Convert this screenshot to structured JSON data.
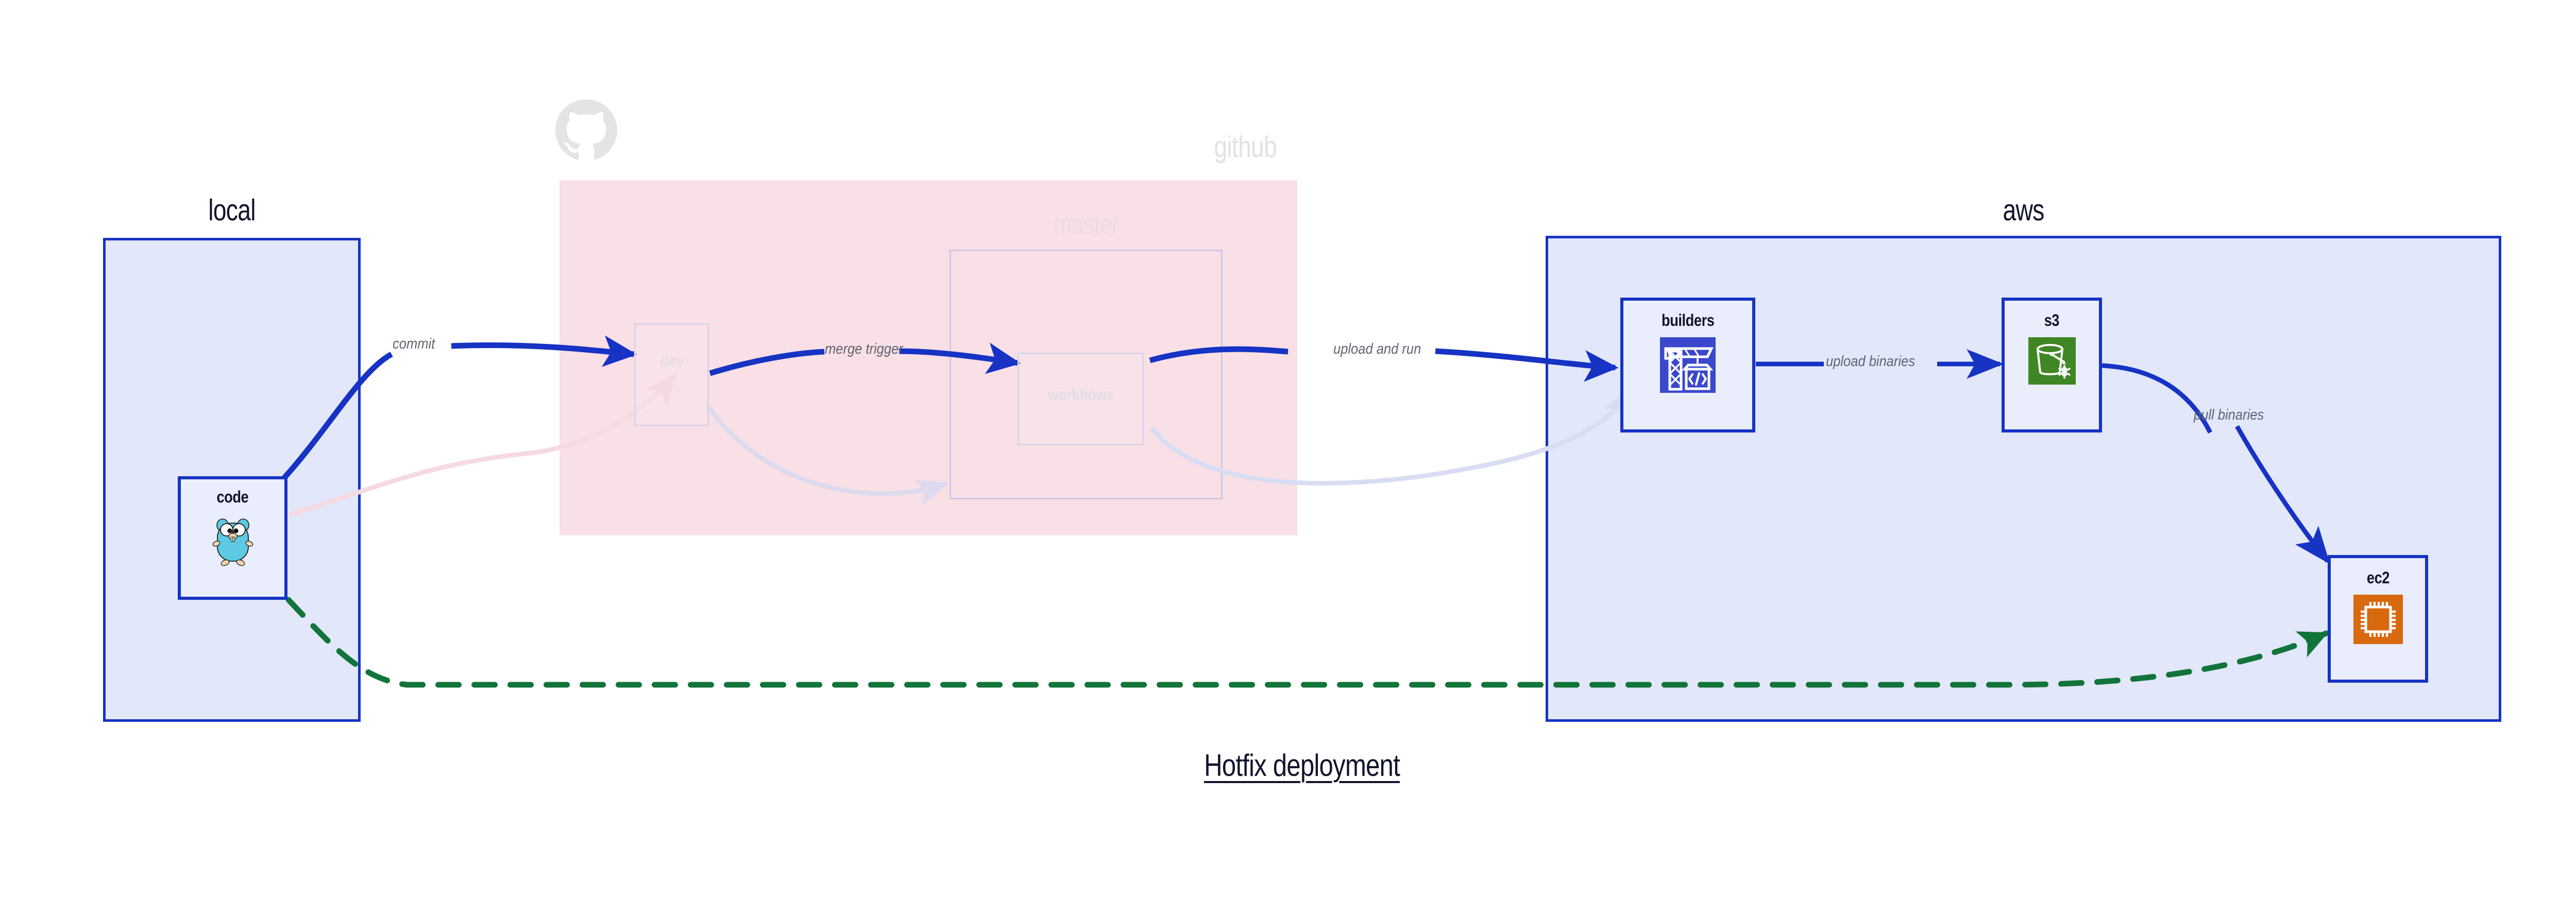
{
  "caption": {
    "text": "Hotfix deployment"
  },
  "groups": [
    {
      "id": "local",
      "title": "local",
      "title_align": "center"
    },
    {
      "id": "github",
      "title": "github",
      "title_align": "right"
    },
    {
      "id": "master",
      "title": "master",
      "title_align": "center"
    },
    {
      "id": "aws",
      "title": "aws",
      "title_align": "center"
    }
  ],
  "nodes": [
    {
      "id": "code",
      "label": "code",
      "icon": "go-gopher-icon",
      "group": "local"
    },
    {
      "id": "dev",
      "label": "dev",
      "icon": "none",
      "group": "github"
    },
    {
      "id": "workflows",
      "label": "workflows",
      "icon": "none",
      "group": "master"
    },
    {
      "id": "builders",
      "label": "builders",
      "icon": "aws-codebuild-icon",
      "group": "aws"
    },
    {
      "id": "s3",
      "label": "s3",
      "icon": "aws-s3-bucket-icon",
      "group": "aws"
    },
    {
      "id": "ec2",
      "label": "ec2",
      "icon": "aws-ec2-chip-icon",
      "group": "aws"
    }
  ],
  "edges": [
    {
      "id": "commit",
      "label": "commit",
      "from": "code",
      "to": "dev",
      "style": "solid",
      "color": "#1633c4",
      "highlight": true
    },
    {
      "id": "merge-trigger",
      "label": "merge trigger",
      "from": "dev",
      "to": "workflows",
      "style": "solid",
      "color": "#1633c4",
      "highlight": true
    },
    {
      "id": "upload-and-run",
      "label": "upload and run",
      "from": "workflows",
      "to": "builders",
      "style": "solid",
      "color": "#1633c4",
      "highlight": true
    },
    {
      "id": "upload-binaries",
      "label": "upload binaries",
      "from": "builders",
      "to": "s3",
      "style": "solid",
      "color": "#1633c4",
      "highlight": true
    },
    {
      "id": "pull-binaries",
      "label": "pull binaries",
      "from": "s3",
      "to": "ec2",
      "style": "solid",
      "color": "#1633c4",
      "highlight": true
    },
    {
      "id": "hotfix-direct",
      "label": "",
      "from": "code",
      "to": "ec2",
      "style": "dashed",
      "color": "#12743a",
      "highlight": true
    },
    {
      "id": "ghost-code-dev",
      "label": "",
      "from": "code",
      "to": "dev",
      "style": "solid",
      "color": "#f6dde4",
      "highlight": false
    },
    {
      "id": "ghost-dev-wf",
      "label": "",
      "from": "dev",
      "to": "workflows",
      "style": "solid",
      "color": "#e0deee",
      "highlight": false
    },
    {
      "id": "ghost-wf-build",
      "label": "",
      "from": "workflows",
      "to": "builders",
      "style": "solid",
      "color": "#dfe3f5",
      "highlight": false
    }
  ],
  "colors": {
    "group_fill_blue": "#e2e7fa",
    "group_border_blue": "#1633c4",
    "group_fill_pink": "#f9dfe6",
    "node_fill": "#eaeefc",
    "arrow_blue": "#1633c4",
    "arrow_green": "#12743a",
    "text_dark": "#11142b",
    "text_muted": "#5f6472",
    "aws_codebuild": "#3b48cc",
    "aws_s3": "#3f8624",
    "aws_ec2": "#d9690f",
    "go_gopher": "#5dc9e2"
  },
  "icons": {
    "github_logo": "github-octocat-icon"
  }
}
